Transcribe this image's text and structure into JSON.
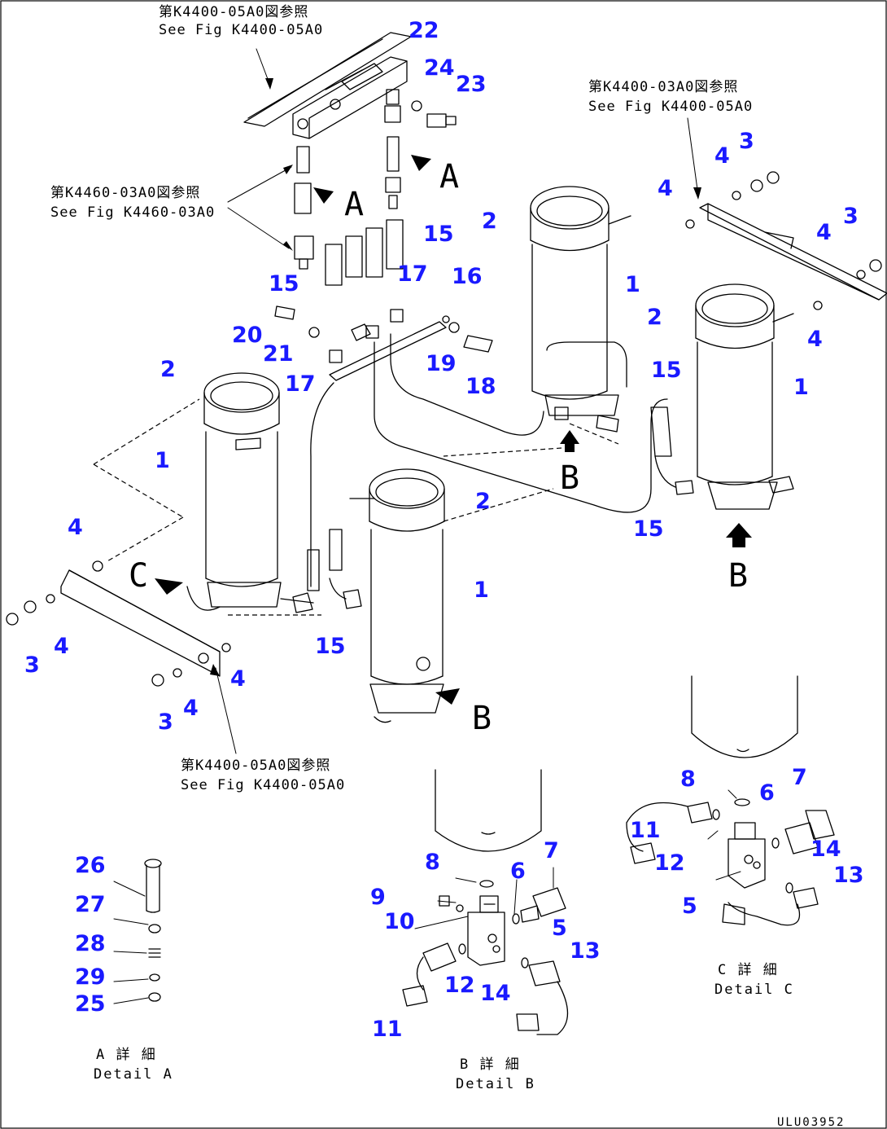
{
  "references": [
    {
      "jp": "第K4400-05A0図参照",
      "en": "See Fig K4400-05A0"
    },
    {
      "jp": "第K4400-03A0図参照",
      "en": "See Fig K4400-05A0"
    },
    {
      "jp": "第K4460-03A0図参照",
      "en": "See Fig K4460-03A0"
    },
    {
      "jp": "第K4400-05A0図参照",
      "en": "See Fig K4400-05A0"
    }
  ],
  "view_letters": {
    "a": "A",
    "b": "B",
    "c": "C"
  },
  "details": {
    "a": {
      "jp": "A 詳 細",
      "en": "Detail A"
    },
    "b": {
      "jp": "B 詳 細",
      "en": "Detail B"
    },
    "c": {
      "jp": "C 詳 細",
      "en": "Detail C"
    }
  },
  "drawing_code": "ULU03952",
  "callouts": {
    "n1": "1",
    "n2": "2",
    "n3": "3",
    "n4": "4",
    "n5": "5",
    "n6": "6",
    "n7": "7",
    "n8": "8",
    "n9": "9",
    "n10": "10",
    "n11": "11",
    "n12": "12",
    "n13": "13",
    "n14": "14",
    "n15": "15",
    "n16": "16",
    "n17": "17",
    "n18": "18",
    "n19": "19",
    "n20": "20",
    "n21": "21",
    "n22": "22",
    "n23": "23",
    "n24": "24",
    "n25": "25",
    "n26": "26",
    "n27": "27",
    "n28": "28",
    "n29": "29"
  }
}
